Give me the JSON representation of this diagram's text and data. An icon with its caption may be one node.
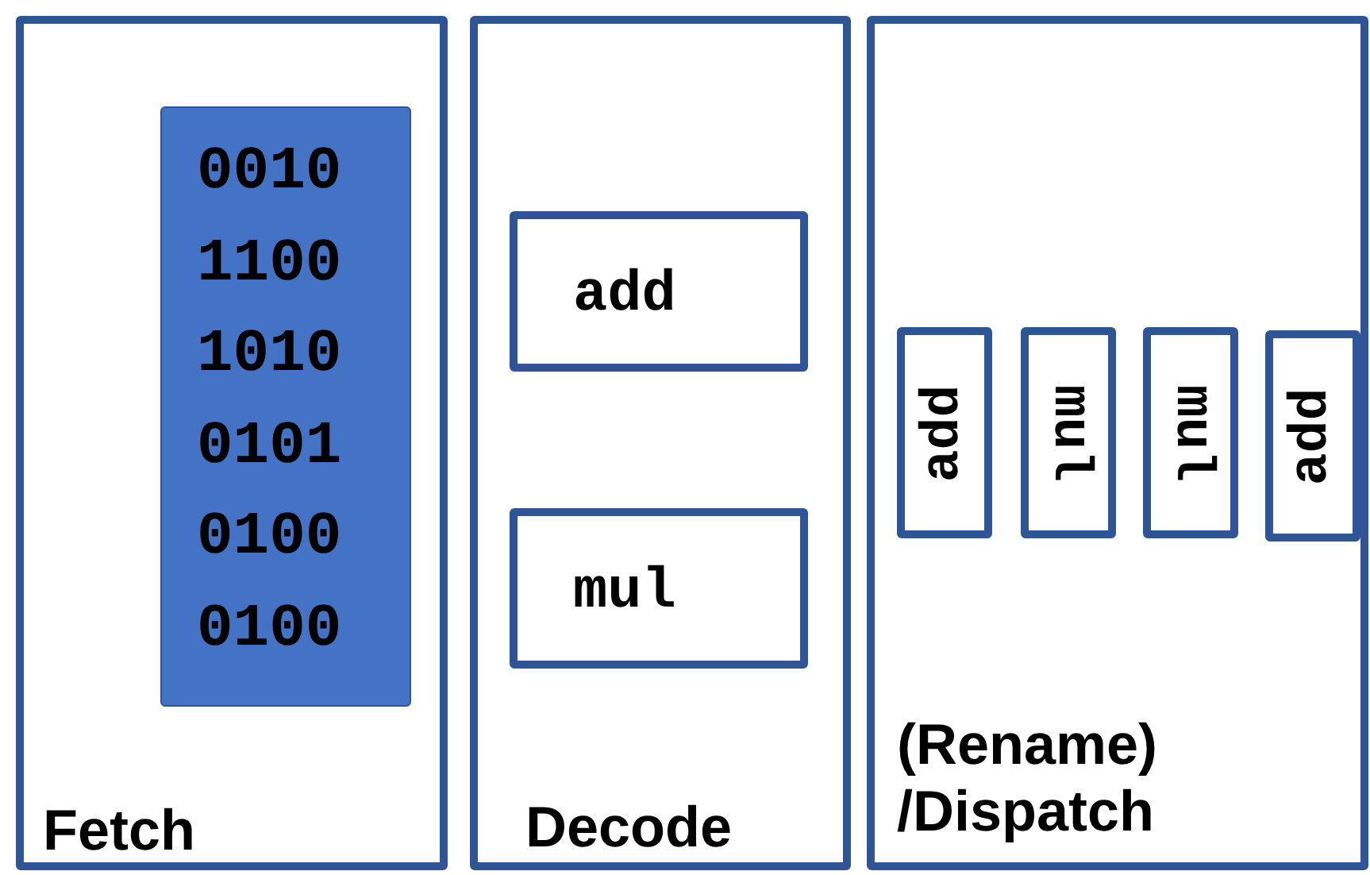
{
  "diagram": {
    "nodes": [
      {
        "text": [
          "Fetch"
        ]
      },
      {
        "text": [
          "0010",
          "1100",
          "1010",
          "0101",
          "0100",
          "0100"
        ],
        "in": 0
      },
      {
        "text": [
          "Decode"
        ]
      },
      {
        "text": [
          "add"
        ],
        "in": 2
      },
      {
        "text": [
          "mul"
        ],
        "in": 2
      },
      {
        "text": [
          "(Rename) /Dispatch"
        ]
      },
      {
        "text": [
          "add"
        ],
        "in": 5
      },
      {
        "text": [
          "mul"
        ],
        "in": 5
      },
      {
        "text": [
          "mul"
        ],
        "in": 5
      },
      {
        "text": [
          "add"
        ],
        "in": 5
      }
    ]
  }
}
